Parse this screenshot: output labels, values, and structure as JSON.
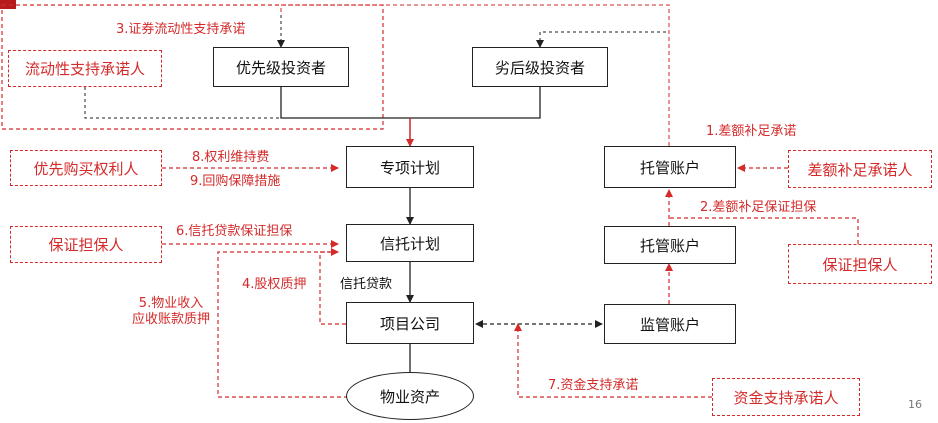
{
  "nodes": {
    "priority_investor": "优先级投资者",
    "junior_investor": "劣后级投资者",
    "special_plan": "专项计划",
    "trust_plan": "信托计划",
    "project_company": "项目公司",
    "property_asset": "物业资产",
    "custody_account_top": "托管账户",
    "custody_account_mid": "托管账户",
    "supervision_account": "监管账户"
  },
  "parties": {
    "liquidity_provider": "流动性支持承诺人",
    "priority_buyer": "优先购买权利人",
    "guarantor_left": "保证担保人",
    "shortfall_promisor": "差额补足承诺人",
    "guarantor_right": "保证担保人",
    "fund_support_promisor": "资金支持承诺人"
  },
  "labels": {
    "l3": "3.证券流动性支持承诺",
    "l8": "8.权利维持费",
    "l9": "9.回购保障措施",
    "l6": "6.信托贷款保证担保",
    "l4": "4.股权质押",
    "l5_line1": "5.物业收入",
    "l5_line2": "应收账款质押",
    "trust_loan": "信托贷款",
    "l1": "1.差额补足承诺",
    "l2": "2.差额补足保证担保",
    "l7": "7.资金支持承诺"
  },
  "page_number": "16",
  "colors": {
    "accent_red": "#d42a2a",
    "line_black": "#222222",
    "corner_red": "#b71c1c"
  }
}
